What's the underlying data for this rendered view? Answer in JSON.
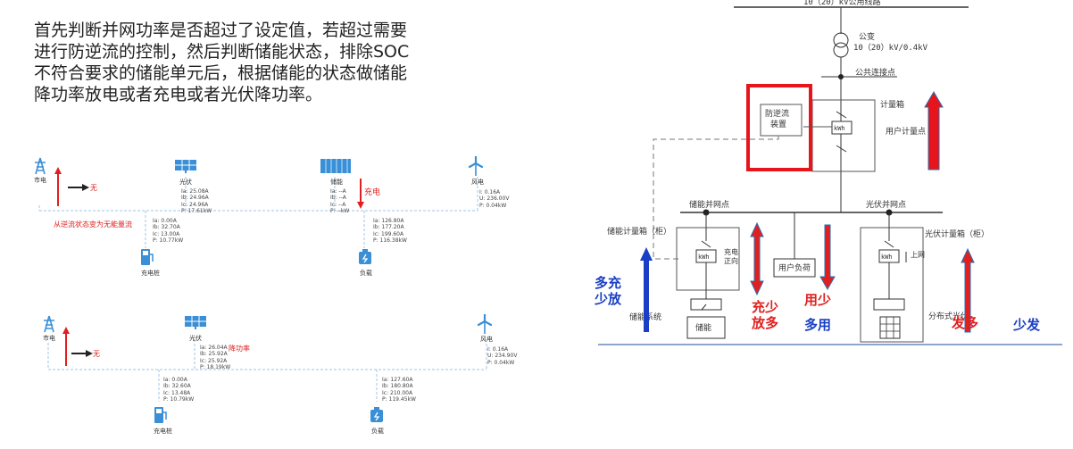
{
  "intro_lines": [
    "首先判断并网功率是否超过了设定值，若超过需要",
    "进行防逆流的控制，然后判断储能状态，排除SOC",
    "不符合要求的储能单元后，根据储能的状态做储能",
    "降功率放电或者充电或者光伏降功率。"
  ],
  "panel1": {
    "grid_label": "市电",
    "grid_status": "无",
    "pv_label": "光伏",
    "storage_label": "储能",
    "storage_status": "充电",
    "wind_label": "风电",
    "pv_readings": [
      "Ia: 25.08A",
      "Ib: 24.96A",
      "Ic: 24.96A",
      "P: 17.61kW"
    ],
    "storage_readings": [
      "Ia: --A",
      "Ib: --A",
      "Ic: --A",
      "P: --kW"
    ],
    "wind_readings": [
      "I: 0.16A",
      "U: 236.00V",
      "P: 0.04kW"
    ],
    "note": "从逆流状态变为无能量流",
    "charger_readings": [
      "Ia: 0.00A",
      "Ib: 32.70A",
      "Ic: 13.00A",
      "P: 10.77kW"
    ],
    "load_readings": [
      "Ia: 126.80A",
      "Ib: 177.20A",
      "Ic: 199.60A",
      "P: 116.38kW"
    ],
    "charger_label": "充电桩",
    "load_label": "负载"
  },
  "panel2": {
    "grid_label": "市电",
    "grid_status": "无",
    "pv_label": "光伏",
    "pv_status": "降功率",
    "wind_label": "风电",
    "pv_readings": [
      "Ia: 26.04A",
      "Ib: 25.92A",
      "Ic: 25.92A",
      "P: 18.19kW"
    ],
    "wind_readings": [
      "I: 0.16A",
      "U: 234.90V",
      "P: 0.04kW"
    ],
    "charger_readings": [
      "Ia: 0.00A",
      "Ib: 32.60A",
      "Ic: 13.48A",
      "P: 10.79kW"
    ],
    "load_readings": [
      "Ia: 127.60A",
      "Ib: 180.80A",
      "Ic: 210.00A",
      "P: 119.45kW"
    ],
    "charger_label": "充电桩",
    "load_label": "负载"
  },
  "diagram": {
    "line_label": "10（20）kV公用线路",
    "transformer_label": "公变",
    "transformer_spec": "10（20）kV/0.4kV",
    "pcc_label": "公共连接点",
    "meter_box_label": "计量箱",
    "user_meter_label": "用户计量点",
    "anti_backflow_line1": "防逆流",
    "anti_backflow_line2": "装置",
    "kwh": "kWh",
    "storage_pcc_label": "储能并网点",
    "pv_pcc_label": "光伏并网点",
    "storage_meter_box_label": "储能计量箱（柜）",
    "pv_meter_box_label": "光伏计量箱（柜）",
    "charge_dir_line1": "充电",
    "charge_dir_line2": "正向",
    "pv_dir_label": "上网",
    "user_load_label": "用户负荷",
    "storage_system_label": "储能系统",
    "storage_unit_label": "储能",
    "pv_label": "分布式光伏",
    "more_charge_less_discharge": [
      "多充",
      "少放"
    ],
    "less_charge_more_discharge": [
      "充少",
      "放多"
    ],
    "use_less": "用少",
    "use_more": "多用",
    "gen_more": "发多",
    "gen_less": "少发"
  },
  "colors": {
    "accent_red": "#e02020",
    "accent_blue": "#1a3fc4",
    "icon_blue": "#3a8fd6"
  }
}
